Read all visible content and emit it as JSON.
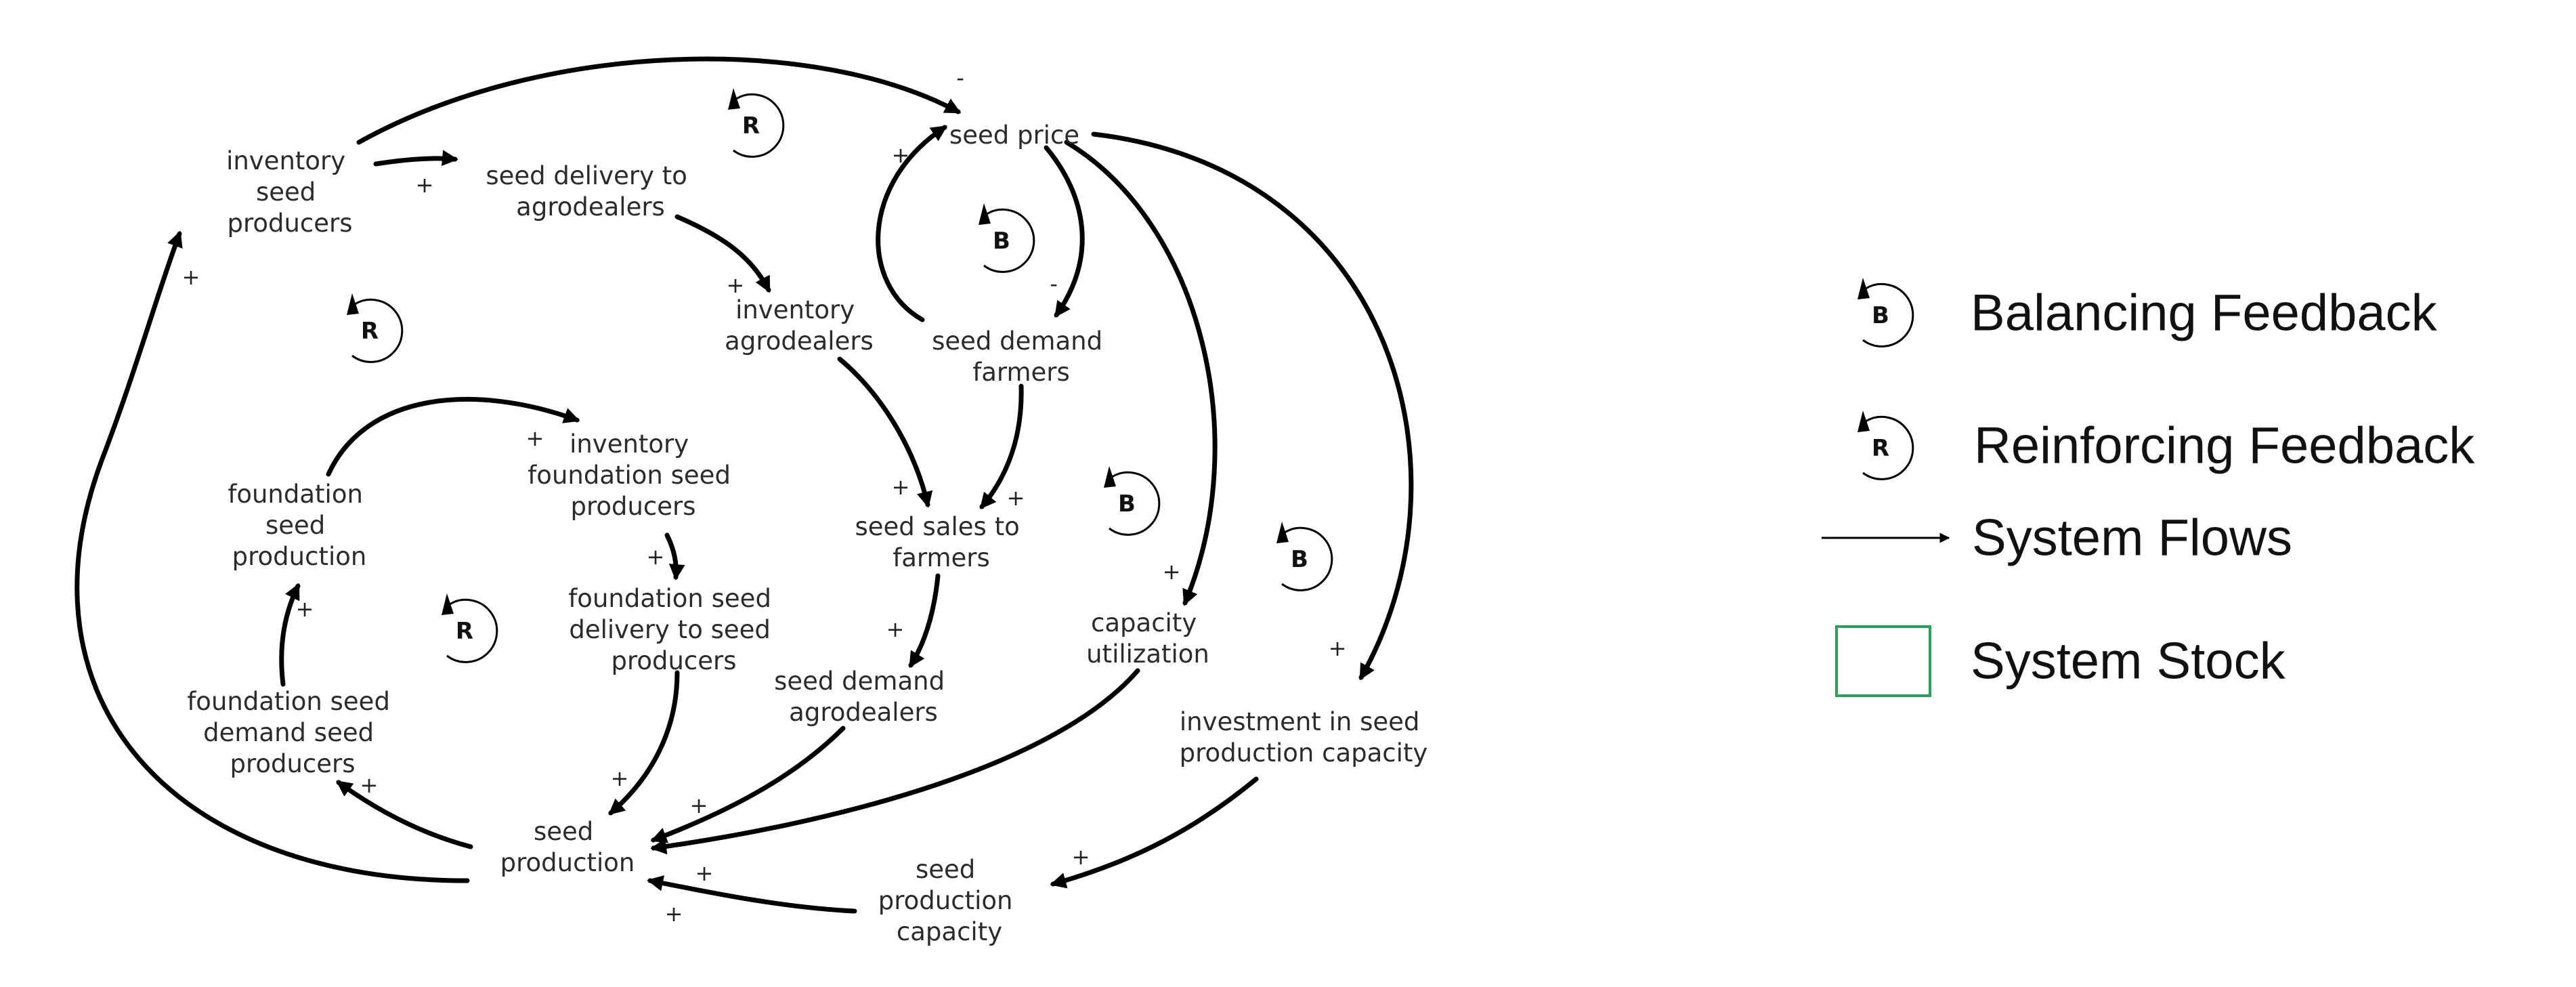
{
  "nodes": {
    "inventory_seed_producers": [
      "inventory",
      "seed",
      "producers"
    ],
    "seed_delivery_to_agrodealers": [
      "seed delivery to",
      "agrodealers"
    ],
    "seed_price": [
      "seed price"
    ],
    "inventory_agrodealers": [
      "inventory",
      "agrodealers"
    ],
    "seed_demand_farmers": [
      "seed demand",
      "farmers"
    ],
    "foundation_seed_production": [
      "foundation",
      "seed",
      "production"
    ],
    "inventory_foundation_seed_producers": [
      "inventory",
      "foundation seed",
      "producers"
    ],
    "foundation_seed_delivery": [
      "foundation seed",
      "delivery to seed",
      "producers"
    ],
    "seed_sales_to_farmers": [
      "seed sales to",
      "farmers"
    ],
    "capacity_utilization": [
      "capacity",
      "utilization"
    ],
    "investment_in_seed_production_capacity": [
      "investment in seed",
      "production capacity"
    ],
    "foundation_seed_demand": [
      "foundation seed",
      "demand seed",
      "producers"
    ],
    "seed_demand_agrodealers": [
      "seed demand",
      "agrodealers"
    ],
    "seed_production": [
      "seed",
      "production"
    ],
    "seed_production_capacity": [
      "seed",
      "production",
      "capacity"
    ]
  },
  "loops": [
    "R",
    "R",
    "B",
    "R",
    "B",
    "B"
  ],
  "polarity": {
    "plus": "+",
    "minus": "-"
  },
  "legend": {
    "balancing_icon_letter": "B",
    "balancing_label": "Balancing Feedback",
    "reinforcing_icon_letter": "R",
    "reinforcing_label": "Reinforcing Feedback",
    "flows_label": "System Flows",
    "stock_label": "System Stock",
    "stock_color": "#2e9e5b"
  }
}
